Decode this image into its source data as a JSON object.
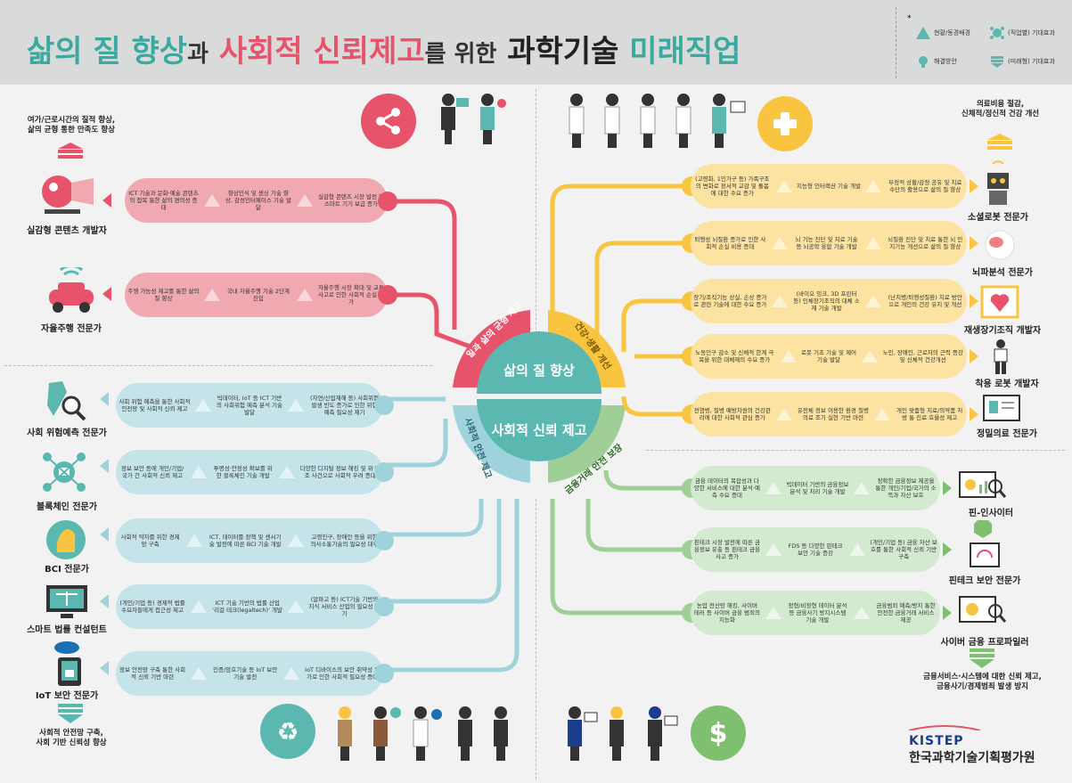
{
  "title": {
    "part1": "삶의 질 향상",
    "part2": "과",
    "part3": "사회적 신뢰제고",
    "part4": "를 위한",
    "part5": "과학기술",
    "part6": "미래직업"
  },
  "legend": {
    "star": "*",
    "items": [
      {
        "label": "현황/동경배경",
        "icon": "warning-triangle-icon",
        "color": "#5bb8b0"
      },
      {
        "label": "(직업별) 기대효과",
        "icon": "virus-gear-icon",
        "color": "#5bb8b0"
      },
      {
        "label": "해결방안",
        "icon": "lightbulb-icon",
        "color": "#5bb8b0"
      },
      {
        "label": "(미래형) 기대효과",
        "icon": "stack-arrow-icon",
        "color": "#5bb8b0"
      }
    ]
  },
  "center": {
    "top": "삶의 질 향상",
    "bottom": "사회적 신뢰 제고",
    "ring_top_left": "일과 삶의 균형 제고",
    "ring_top_right": "건강·생활 개선",
    "ring_bottom_left": "사회적 안전 제고",
    "ring_bottom_right": "금융거래 안전 보장"
  },
  "colors": {
    "pink": "#f0a9b1",
    "pink_dark": "#e6536a",
    "yellow": "#fce3a1",
    "yellow_dark": "#f9c541",
    "blue": "#c4e4ea",
    "blue_dark": "#9fd3dc",
    "green": "#d4ead0",
    "green_dark": "#9fcf97",
    "teal": "#5bb8b0"
  },
  "left_notes": {
    "top": "여가/근로시간의 질적 향상,\n삶의 균형 통한 만족도 향상",
    "bottom": "사회적 안전망 구축,\n사회 기반 신뢰성 향상"
  },
  "right_notes": {
    "top": "의료비용 절감,\n신체적/정신적 건강 개선",
    "bottom": "금융서비스·시스템에 대한 신뢰 제고,\n금융사기/경제범죄 발생 방지"
  },
  "pink_rows": [
    {
      "job": "실감형 콘텐츠 개발자",
      "cells": [
        "ICT 기술과 문화·예술 콘텐츠의 접목 통한 삶의 편의성 증대",
        "향상인식 및 센싱 기술 향상, 감성인터페이스 기술 발달",
        "실감형 콘텐츠 시장 발전 및 스마트 기기 보급 증가"
      ]
    },
    {
      "job": "자율주행 전문가",
      "cells": [
        "주행 가능성 제고를 통한 삶의 질 향상",
        "국내 자율주행 기술 2단계 진입",
        "자율주행 시장 확대 및 교통사고로 인한 사회적 손실 증가"
      ]
    }
  ],
  "blue_rows": [
    {
      "job": "사회 위험예측 전문가",
      "cells": [
        "사회 위험 예측을 통한 사회적 안전망 및 사회적 신뢰 제고",
        "빅데이터, IoT 등 ICT 기반의 사회위험 예측 분석 기술 발달",
        "(자연/산업재해 등) 사회위험 발생 빈도 증가로 인한 위험 예측 필요성 제기"
      ]
    },
    {
      "job": "블록체인 전문가",
      "cells": [
        "정보 보안 등에 개인/기업/국가 간 사회적 신뢰 제고",
        "투명성·안정성 확보를 위한 블록체인 기술 개발",
        "다양한 디지털 정보 해킹 및 위·변조 사건으로 사회적 우려 증대"
      ]
    },
    {
      "job": "BCI 전문가",
      "cells": [
        "사회적 약자를 위한 경제망 구축",
        "ICT, 데이터를 정책 및 센서기술 발전에 따른 BCI 기술 개발",
        "고령인구, 장애인 등을 위한 의사소통기술의 필요성 대두"
      ]
    },
    {
      "job": "스마트 법률 컨설턴트",
      "cells": [
        "(개인/기업 등) 경제적 법률 수요자들에게 접근성 제고",
        "ICT 기술 기반의 법률 산업 '리걸 테크(legaltech)' 개발",
        "(알파고 등) ICT기술 기반의 지식 서비스 산업의 필요성 제기"
      ]
    },
    {
      "job": "IoT 보안 전문가",
      "cells": [
        "정보 안전망 구축 통한 사회적 신뢰 기반 마련",
        "인증/암호기술 등 IoT 보안 기술 발전",
        "IoT 디바이스의 보안 취약성 증가로 인한 사회적 필요성 증대"
      ]
    }
  ],
  "yellow_rows": [
    {
      "job": "소셜로봇 전문가",
      "cells": [
        "(고령화, 1인가구 등) 가족구조의 변화로 정서적 교감 및 돌봄에 대한 수요 증가",
        "지능형 인터랙션 기술 개발",
        "부정적 상황/감정 공유 및 치료수단의 활용으로 삶의 질 향상"
      ]
    },
    {
      "job": "뇌파분석 전문가",
      "cells": [
        "퇴행성 뇌질환 증가로 인한 사회적 손실 비용 증대",
        "뇌 기능 진단 및 치료 기술 등 뇌공학 융합 기술 개발",
        "뇌질환 진단 및 치료 통한 뇌 인지기능 개선으로 삶의 질 향상"
      ]
    },
    {
      "job": "재생장기조직 개발자",
      "cells": [
        "장기/조직기능 상실, 손상 증가로 관련 기술에 대한 수요 증가",
        "(바이오 잉크, 3D 프린터 등) 인체장기조직의 대체 소재 기술 개발",
        "(난치병/퇴행성질환) 치료 방안으로 개인의 건강 유지 및 개선"
      ]
    },
    {
      "job": "착용 로봇 개발자",
      "cells": [
        "노동인구 감소 및 신체적 한계 극복을 위한 대체재의 수요 증가",
        "로봇 기초 기술 및 제어기술 발달",
        "노인, 장애인, 근로자의 근력 증강 및 신체적 건강개선"
      ]
    },
    {
      "job": "정밀의료 전문가",
      "cells": [
        "전염병, 질병 예방차원의 건강관리에 대한 사회적 관심 증가",
        "유전체 정보 이용한 환경 질병의료 조기 실현 기반 마련",
        "개인 맞춤형 치료/의약품 처방 통 진료 효율성 제고"
      ]
    }
  ],
  "green_rows": [
    {
      "job": "핀-인사이터",
      "cells": [
        "금융 데이터의 복잡성과 다양한 서비스에 대한 분석·예측 수요 증대",
        "빅데이터 기반의 금융정보 분석 및 처리 기술 개발",
        "정확한 금융정보 제공을 통한 개인/기업/국가의 소득과 자산 보호"
      ]
    },
    {
      "job": "핀테크 보안 전문가",
      "cells": [
        "핀테크 시장 발전에 따른 금융정보 유출 등 핀테크 금융사고 증가",
        "FDS 등 다양한 핀테크 보안 기술 증강",
        "(개인/기업 등) 금융 자산 보호를 통한 사회적 신뢰 기반 구축"
      ]
    },
    {
      "job": "사이버 금융 프로파일러",
      "cells": [
        "농업 전산망 해킹, 사이버 테러 등 사이버 금융 범죄의 지능화",
        "정형/비정형 데이터 분석 등 금융사기 방지시스템 기술 개발",
        "금융범죄 예측/방지 통한 안전한 금융거래 서비스 제공"
      ]
    }
  ],
  "logo": {
    "name": "KISTEP",
    "org": "한국과학기술기획평가원"
  }
}
